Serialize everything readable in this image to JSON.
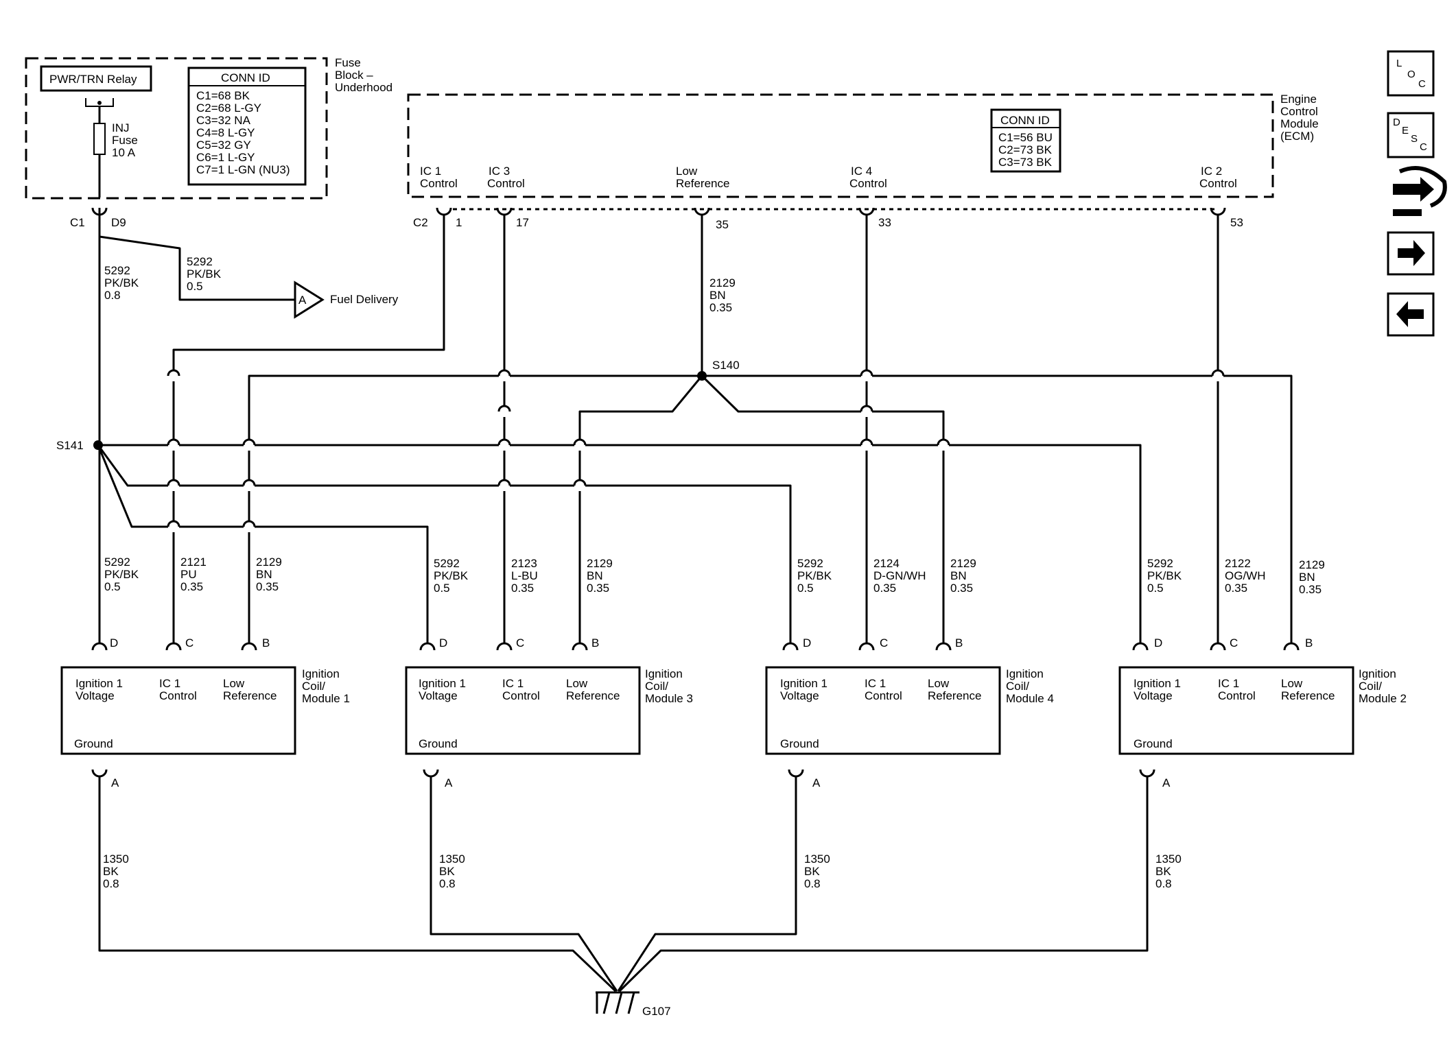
{
  "fuse_block": {
    "title_lines": [
      "Fuse",
      "Block –",
      "Underhood"
    ],
    "relay_label": "PWR/TRN Relay",
    "fuse_lines": [
      "INJ",
      "Fuse",
      "10 A"
    ],
    "conn_id_title": "CONN ID",
    "conn_ids": [
      "C1=68 BK",
      "C2=68 L-GY",
      "C3=32 NA",
      "C4=8 L-GY",
      "C5=32 GY",
      "C6=1 L-GY",
      "C7=1 L-GN (NU3)"
    ],
    "connector": "C1",
    "pin": "D9"
  },
  "ecm": {
    "title_lines": [
      "Engine",
      "Control",
      "Module",
      "(ECM)"
    ],
    "conn_id_title": "CONN ID",
    "conn_ids": [
      "C1=56 BU",
      "C2=73 BK",
      "C3=73 BK"
    ],
    "connector": "C2",
    "terminals": [
      {
        "label_lines": [
          "IC 1",
          "Control"
        ],
        "pin": "1"
      },
      {
        "label_lines": [
          "IC 3",
          "Control"
        ],
        "pin": "17"
      },
      {
        "label_lines": [
          "Low",
          "Reference"
        ],
        "pin": "35"
      },
      {
        "label_lines": [
          "IC 4",
          "Control"
        ],
        "pin": "33"
      },
      {
        "label_lines": [
          "IC 2",
          "Control"
        ],
        "pin": "53"
      }
    ]
  },
  "fuel_delivery": {
    "wire_lines": [
      "5292",
      "PK/BK",
      "0.5"
    ],
    "ref_letter": "A",
    "label": "Fuel Delivery"
  },
  "feed_wire": [
    "5292",
    "PK/BK",
    "0.8"
  ],
  "low_ref_wire": [
    "2129",
    "BN",
    "0.35"
  ],
  "splices": {
    "s140": "S140",
    "s141": "S141"
  },
  "modules": [
    {
      "name_lines": [
        "Ignition",
        "Coil/",
        "Module 1"
      ],
      "pins": [
        {
          "pin": "D",
          "label_lines": [
            "Ignition 1",
            "Voltage"
          ],
          "wire": [
            "5292",
            "PK/BK",
            "0.5"
          ]
        },
        {
          "pin": "C",
          "label_lines": [
            "IC 1",
            "Control"
          ],
          "wire": [
            "2121",
            "PU",
            "0.35"
          ]
        },
        {
          "pin": "B",
          "label_lines": [
            "Low",
            "Reference"
          ],
          "wire": [
            "2129",
            "BN",
            "0.35"
          ]
        }
      ],
      "ground_label": "Ground",
      "ground_pin": "A",
      "ground_wire": [
        "1350",
        "BK",
        "0.8"
      ]
    },
    {
      "name_lines": [
        "Ignition",
        "Coil/",
        "Module 3"
      ],
      "pins": [
        {
          "pin": "D",
          "label_lines": [
            "Ignition 1",
            "Voltage"
          ],
          "wire": [
            "5292",
            "PK/BK",
            "0.5"
          ]
        },
        {
          "pin": "C",
          "label_lines": [
            "IC 1",
            "Control"
          ],
          "wire": [
            "2123",
            "L-BU",
            "0.35"
          ]
        },
        {
          "pin": "B",
          "label_lines": [
            "Low",
            "Reference"
          ],
          "wire": [
            "2129",
            "BN",
            "0.35"
          ]
        }
      ],
      "ground_label": "Ground",
      "ground_pin": "A",
      "ground_wire": [
        "1350",
        "BK",
        "0.8"
      ]
    },
    {
      "name_lines": [
        "Ignition",
        "Coil/",
        "Module 4"
      ],
      "pins": [
        {
          "pin": "D",
          "label_lines": [
            "Ignition 1",
            "Voltage"
          ],
          "wire": [
            "5292",
            "PK/BK",
            "0.5"
          ]
        },
        {
          "pin": "C",
          "label_lines": [
            "IC 1",
            "Control"
          ],
          "wire": [
            "2124",
            "D-GN/WH",
            "0.35"
          ]
        },
        {
          "pin": "B",
          "label_lines": [
            "Low",
            "Reference"
          ],
          "wire": [
            "2129",
            "BN",
            "0.35"
          ]
        }
      ],
      "ground_label": "Ground",
      "ground_pin": "A",
      "ground_wire": [
        "1350",
        "BK",
        "0.8"
      ]
    },
    {
      "name_lines": [
        "Ignition",
        "Coil/",
        "Module 2"
      ],
      "pins": [
        {
          "pin": "D",
          "label_lines": [
            "Ignition 1",
            "Voltage"
          ],
          "wire": [
            "5292",
            "PK/BK",
            "0.5"
          ]
        },
        {
          "pin": "C",
          "label_lines": [
            "IC 1",
            "Control"
          ],
          "wire": [
            "2122",
            "OG/WH",
            "0.35"
          ]
        },
        {
          "pin": "B",
          "label_lines": [
            "Low",
            "Reference"
          ],
          "wire": [
            "2129",
            "BN",
            "0.35"
          ]
        }
      ],
      "ground_label": "Ground",
      "ground_pin": "A",
      "ground_wire": [
        "1350",
        "BK",
        "0.8"
      ]
    }
  ],
  "ground_point": "G107",
  "nav": {
    "loc_letters": [
      "L",
      "O",
      "C"
    ],
    "desc_letters": [
      "D",
      "E",
      "S",
      "C"
    ],
    "icons": [
      "loc-icon",
      "desc-icon",
      "connector-swap-icon",
      "arrow-right-icon",
      "arrow-left-icon"
    ]
  }
}
